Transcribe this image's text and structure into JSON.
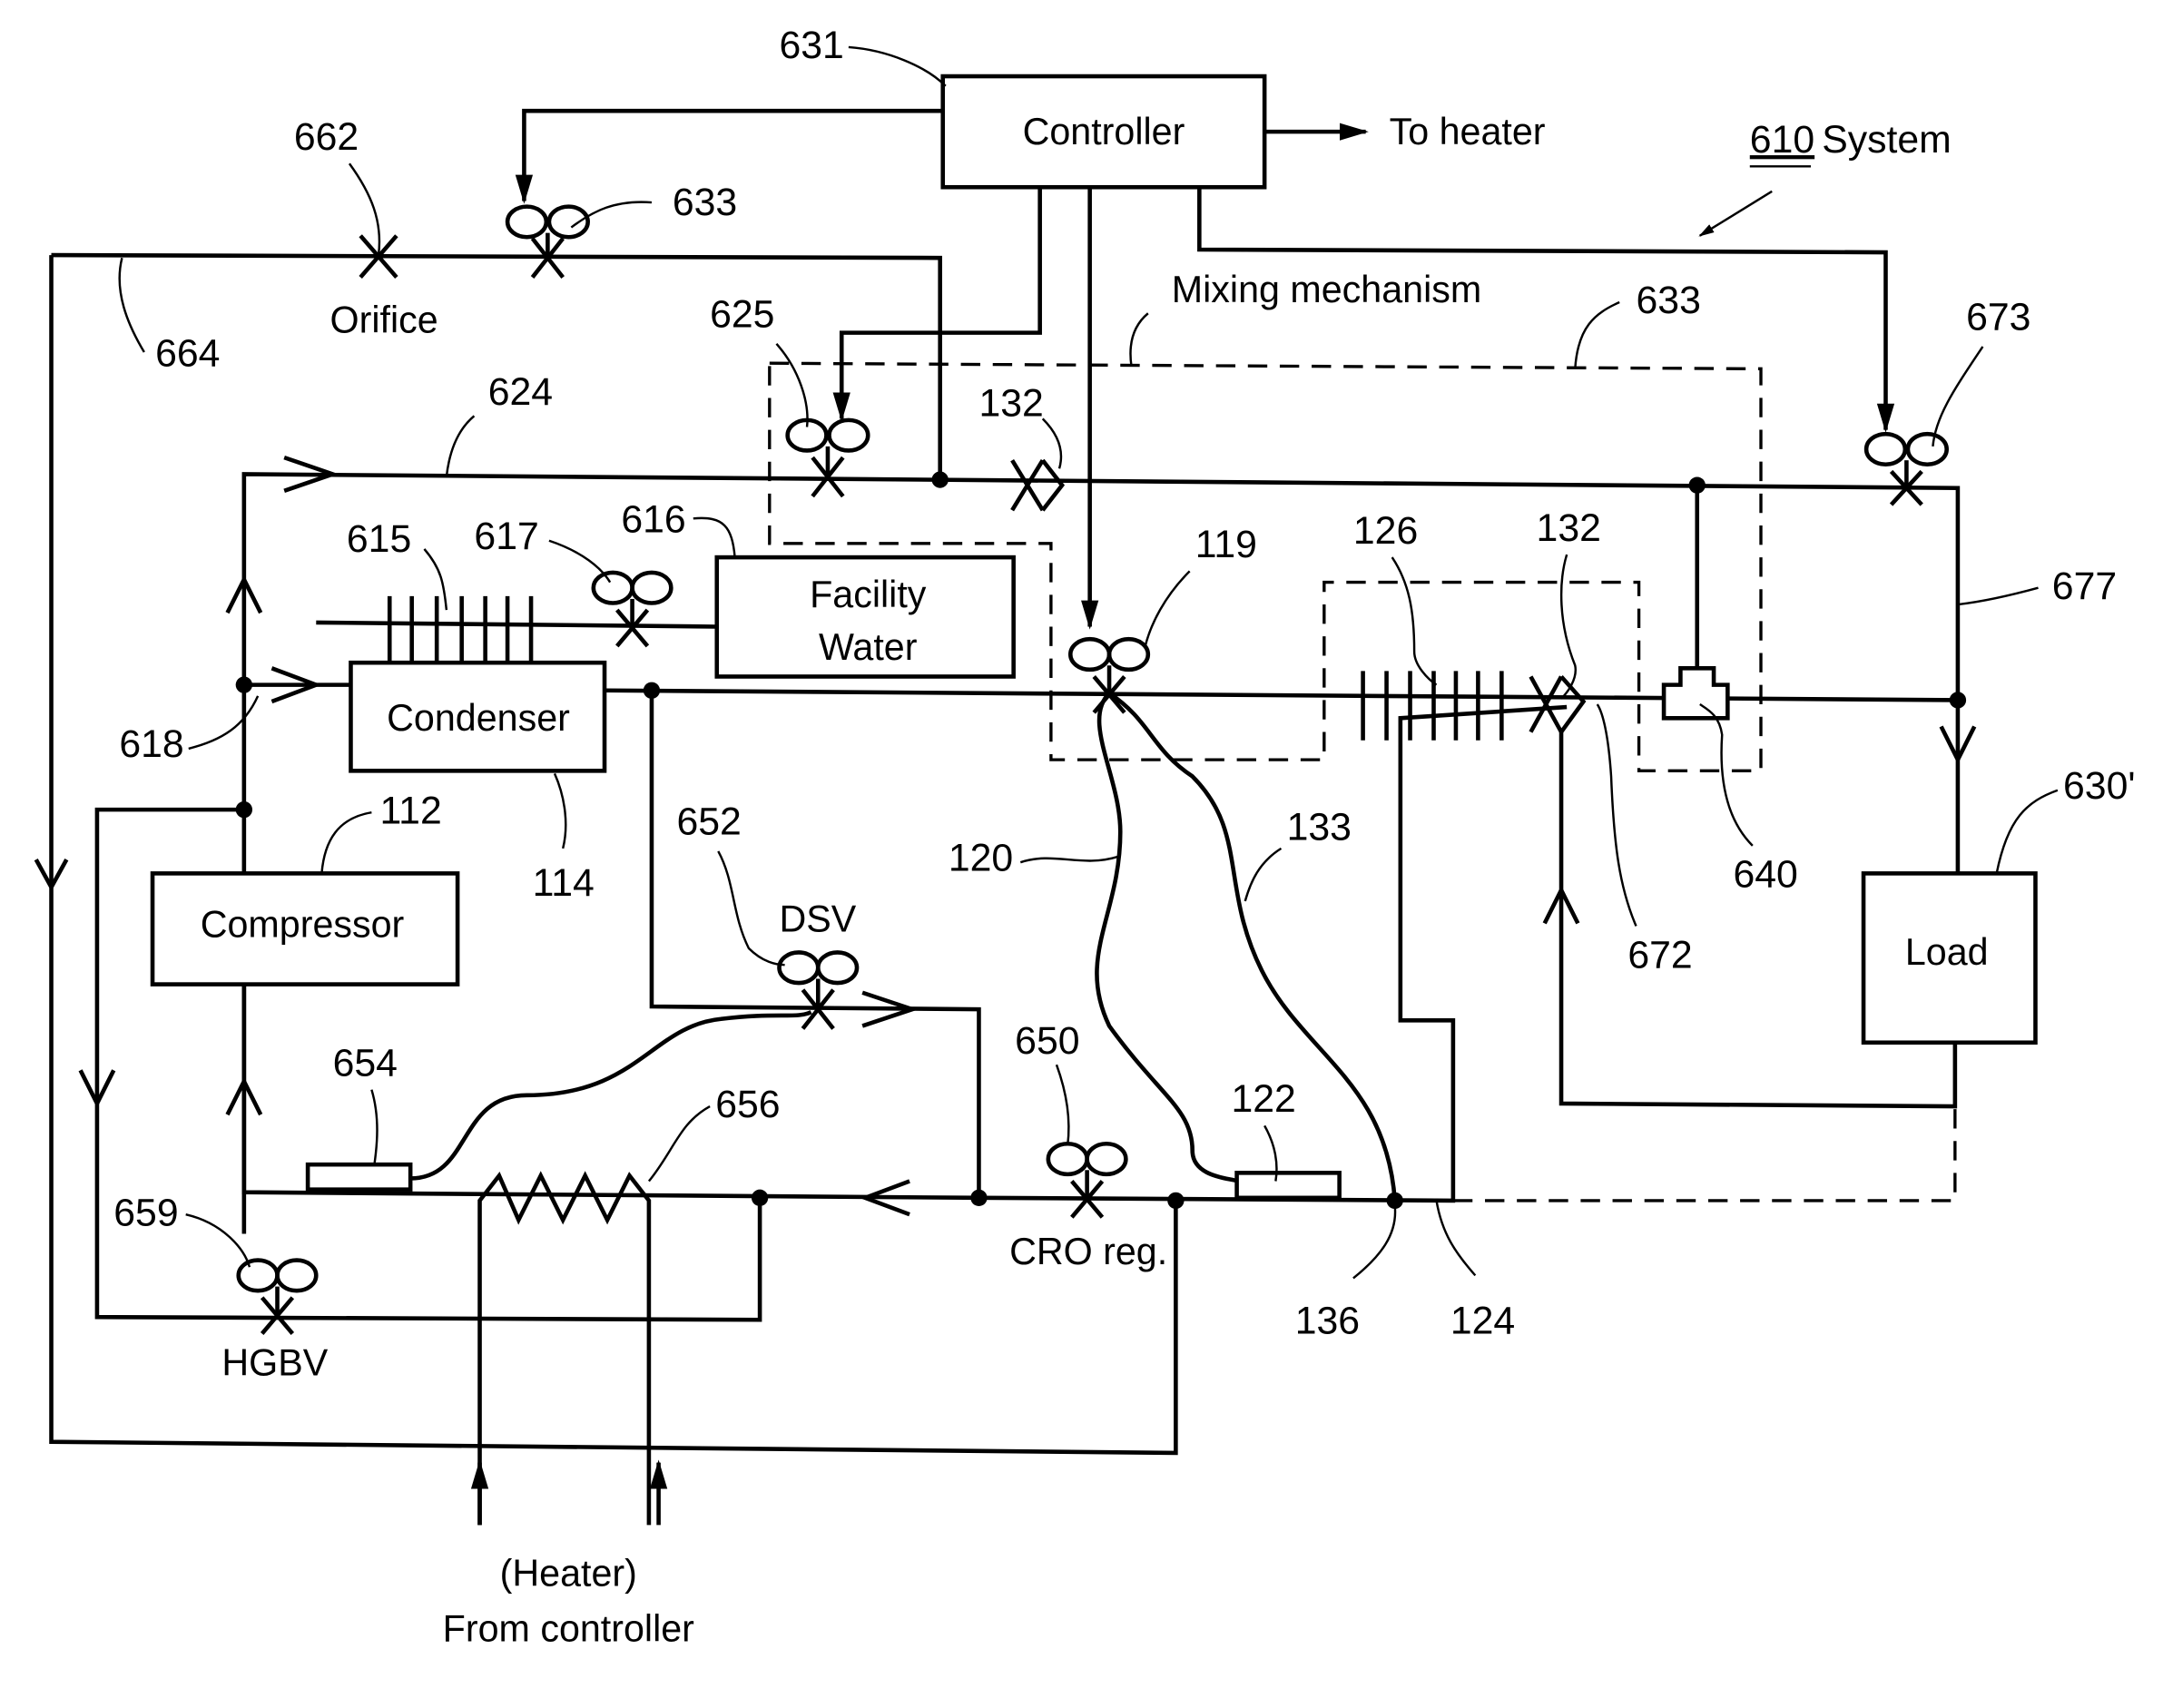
{
  "figure": {
    "system": {
      "ref": "610",
      "label": "System"
    },
    "components": {
      "controller": {
        "ref": "631",
        "label": "Controller"
      },
      "to_heater": "To heater",
      "condenser": {
        "ref": "114",
        "label": "Condenser"
      },
      "compressor": {
        "ref": "112",
        "label": "Compressor"
      },
      "facility_water": {
        "ref": "616",
        "label_line1": "Facility",
        "label_line2": "Water"
      },
      "load": {
        "ref": "630'",
        "label": "Load"
      },
      "mixing_mechanism": {
        "ref": "633",
        "label": "Mixing mechanism"
      },
      "heater_note_line1": "(Heater)",
      "heater_note_line2": "From controller"
    },
    "valves": {
      "v662": {
        "ref": "662",
        "label": "Orifice"
      },
      "v633": {
        "ref": "633"
      },
      "v625": {
        "ref": "625"
      },
      "v617": {
        "ref": "617"
      },
      "v119": {
        "ref": "119"
      },
      "v673": {
        "ref": "673"
      },
      "v652": {
        "ref": "652",
        "label": "DSV"
      },
      "v650": {
        "ref": "650",
        "label": "CRO reg."
      },
      "v659": {
        "ref": "659",
        "label": "HGBV"
      }
    },
    "refs": {
      "r664": "664",
      "r624": "624",
      "r615": "615",
      "r618": "618",
      "r132a": "132",
      "r132b": "132",
      "r126": "126",
      "r120": "120",
      "r133": "133",
      "r640": "640",
      "r672": "672",
      "r677": "677",
      "r654": "654",
      "r656": "656",
      "r122": "122",
      "r136": "136",
      "r124": "124"
    }
  }
}
